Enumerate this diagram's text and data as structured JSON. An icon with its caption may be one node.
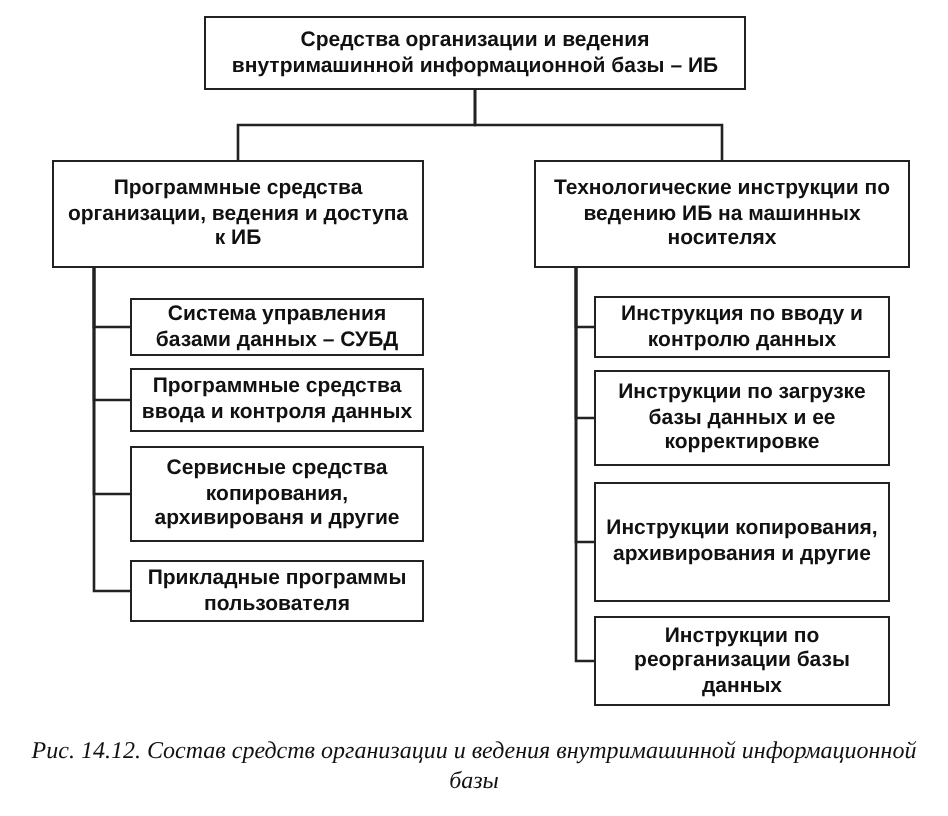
{
  "diagram": {
    "caption": "Рис. 14.12. Состав средств организации и ведения внутримашинной информационной базы",
    "nodes": [
      {
        "text": [
          "Средства организации и ведения внутримашинной информационной базы – ИБ"
        ]
      },
      {
        "text": [
          "Программные средства организации, ведения и доступа к ИБ"
        ]
      },
      {
        "text": [
          "Технологические инструкции по ведению ИБ на машинных носителях"
        ]
      },
      {
        "text": [
          "Система управления базами данных – СУБД"
        ]
      },
      {
        "text": [
          "Программные средства ввода и контроля данных"
        ]
      },
      {
        "text": [
          "Сервисные средства копирования, архивированя и другие"
        ]
      },
      {
        "text": [
          "Прикладные программы пользователя"
        ]
      },
      {
        "text": [
          "Инструкция по вводу и контролю данных"
        ]
      },
      {
        "text": [
          "Инструкции по загрузке базы данных и ее корректировке"
        ]
      },
      {
        "text": [
          "Инструкции копирования, архивирования и другие"
        ]
      },
      {
        "text": [
          "Инструкции по реорганизации базы данных"
        ]
      }
    ],
    "edges": [
      {
        "from": 0,
        "to": 1,
        "arrow": "none"
      },
      {
        "from": 0,
        "to": 2,
        "arrow": "none"
      },
      {
        "from": 1,
        "to": 3,
        "arrow": "none"
      },
      {
        "from": 1,
        "to": 4,
        "arrow": "none"
      },
      {
        "from": 1,
        "to": 5,
        "arrow": "none"
      },
      {
        "from": 1,
        "to": 6,
        "arrow": "none"
      },
      {
        "from": 2,
        "to": 7,
        "arrow": "none"
      },
      {
        "from": 2,
        "to": 8,
        "arrow": "none"
      },
      {
        "from": 2,
        "to": 9,
        "arrow": "none"
      },
      {
        "from": 2,
        "to": 10,
        "arrow": "none"
      }
    ]
  }
}
